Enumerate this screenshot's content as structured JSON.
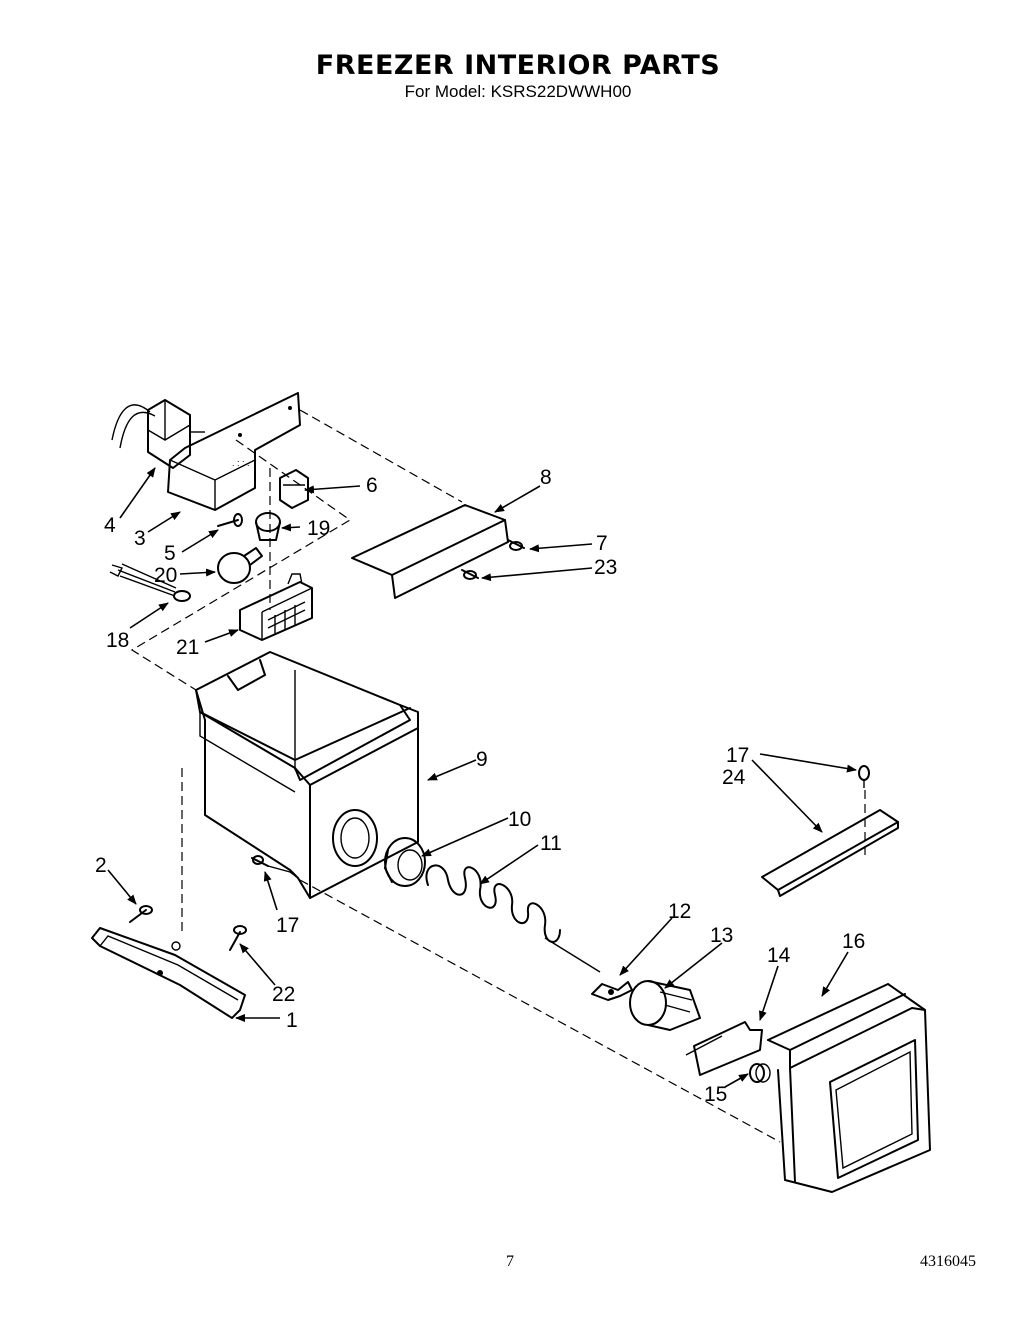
{
  "header": {
    "title": "FREEZER INTERIOR PARTS",
    "subtitle": "For Model: KSRS22DWWH00"
  },
  "footer": {
    "page_number": "7",
    "document_number": "4316045"
  },
  "callouts": {
    "c1": "1",
    "c2": "2",
    "c3": "3",
    "c4": "4",
    "c5": "5",
    "c6": "6",
    "c7": "7",
    "c8": "8",
    "c9": "9",
    "c10": "10",
    "c11": "11",
    "c12": "12",
    "c13": "13",
    "c14": "14",
    "c15": "15",
    "c16": "16",
    "c17a": "17",
    "c17b": "17",
    "c18": "18",
    "c19": "19",
    "c20": "20",
    "c21": "21",
    "c22": "22",
    "c23": "23",
    "c24": "24"
  }
}
